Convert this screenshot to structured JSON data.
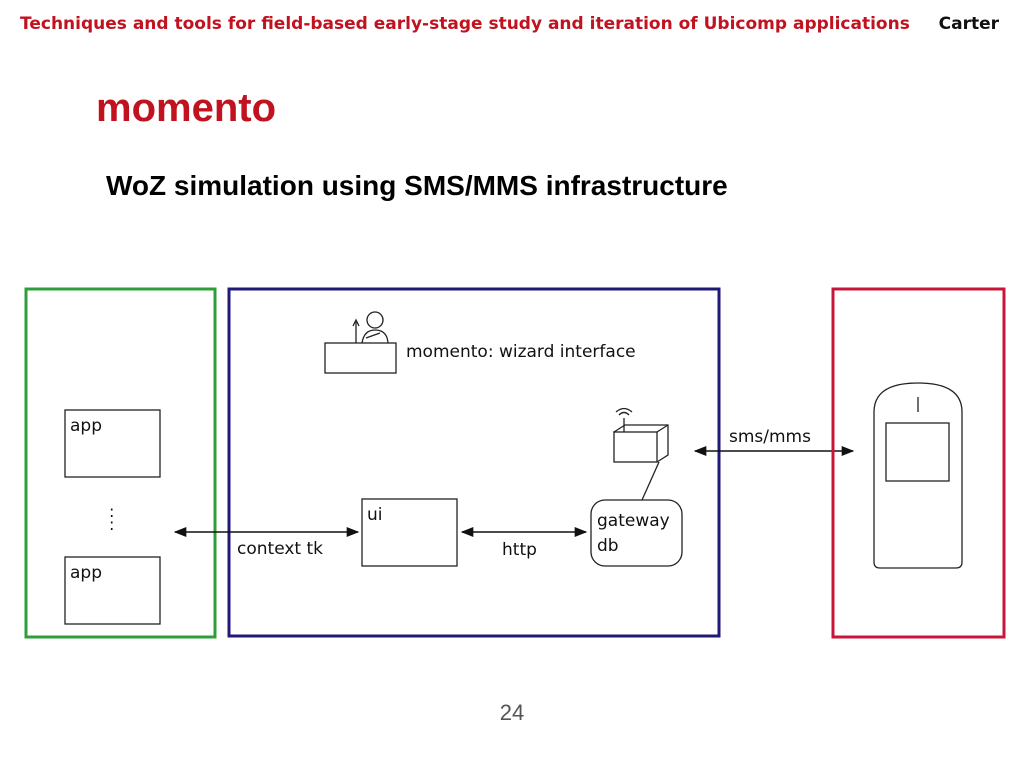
{
  "header": {
    "title": "Techniques and tools for field-based early-stage study and iteration of Ubicomp applications",
    "author": "Carter"
  },
  "slide": {
    "title": "momento",
    "subtitle": "WoZ simulation using SMS/MMS infrastructure",
    "page_number": "24"
  },
  "diagram": {
    "colors": {
      "apps_panel": "#2e9e3a",
      "server_panel": "#1f1a7a",
      "phone_panel": "#c8163a"
    },
    "apps": {
      "app_top": "app",
      "ellipsis": ":",
      "app_bottom": "app"
    },
    "server": {
      "wizard_label": "momento: wizard interface",
      "ui_label": "ui",
      "gateway_line1": "gateway",
      "gateway_line2": "db",
      "http_label": "http",
      "context_label": "context tk",
      "sms_label": "sms/mms"
    }
  }
}
